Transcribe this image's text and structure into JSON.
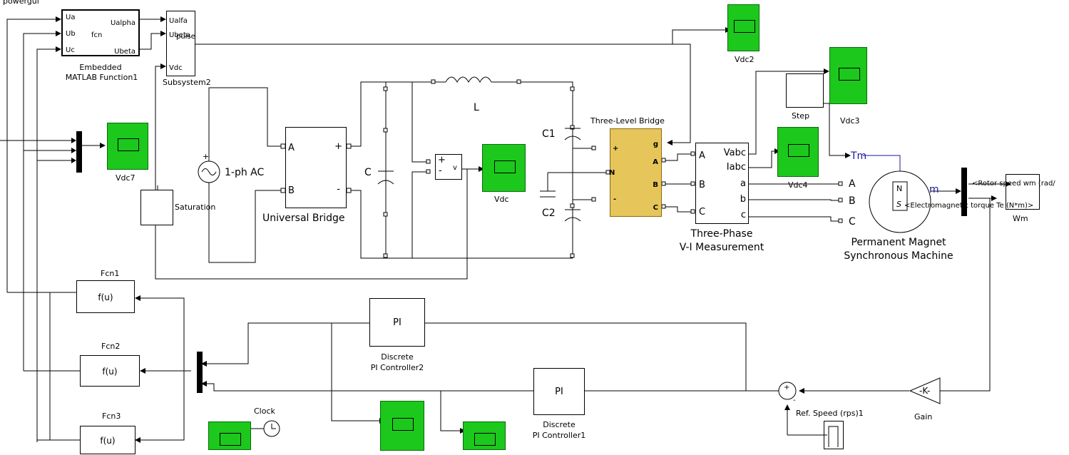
{
  "powergui": "powergui",
  "embedded": {
    "in": [
      "Ua",
      "Ub",
      "Uc"
    ],
    "fcn": "fcn",
    "out": [
      "Ualpha",
      "Ubeta"
    ],
    "caption1": "Embedded",
    "caption2": "MATLAB Function1"
  },
  "subsystem2": {
    "in": [
      "Ualfa",
      "Ubeta",
      "Vdc"
    ],
    "overlap": "pulse",
    "caption": "Subsystem2"
  },
  "scopes": {
    "vdc2": "Vdc2",
    "vdc3": "Vdc3",
    "vdc4": "Vdc4",
    "vdc7": "Vdc7",
    "vdc": "Vdc"
  },
  "source": {
    "label": "1-ph AC",
    "plus": "+"
  },
  "saturation": "Saturation",
  "bridge": {
    "caption": "Universal Bridge",
    "ports": [
      "A",
      "B",
      "+",
      "-"
    ]
  },
  "cap_c": "C",
  "inductor": "L",
  "cap_c1": "C1",
  "cap_c2": "C2",
  "vmeter": {
    "plus": "+",
    "minus": "-",
    "v": "v"
  },
  "three_level": {
    "caption": "Three-Level Bridge",
    "ports": [
      "+",
      "N",
      "-",
      "g",
      "A",
      "B",
      "C"
    ]
  },
  "vi_meas": {
    "in": [
      "A",
      "B",
      "C"
    ],
    "out": [
      "Vabc",
      "Iabc",
      "a",
      "b",
      "c"
    ],
    "caption1": "Three-Phase",
    "caption2": "V-I Measurement"
  },
  "step": "Step",
  "pmsm": {
    "tm": "Tm",
    "m": "m",
    "ports": [
      "A",
      "B",
      "C"
    ],
    "n": "N",
    "s": "S",
    "caption1": "Permanent Magnet",
    "caption2": "Synchronous Machine"
  },
  "demux_labels": [
    "<Rotor speed wm (rad/",
    "<Electromagnetic torque Te (N*m)>"
  ],
  "wm": "Wm",
  "fcn1": {
    "title": "Fcn1",
    "body": "f(u)"
  },
  "fcn2": {
    "title": "Fcn2",
    "body": "f(u)"
  },
  "fcn3": {
    "title": "Fcn3",
    "body": "f(u)"
  },
  "pi2": {
    "body": "PI",
    "caption1": "Discrete",
    "caption2": "PI Controller2"
  },
  "pi1": {
    "body": "PI",
    "caption1": "Discrete",
    "caption2": "PI Controller1"
  },
  "clock": "Clock",
  "sum": {
    "plus": "+",
    "minus": "-"
  },
  "ref_speed": "Ref. Speed (rps)1",
  "gain": {
    "body": "-K-",
    "caption": "Gain"
  }
}
